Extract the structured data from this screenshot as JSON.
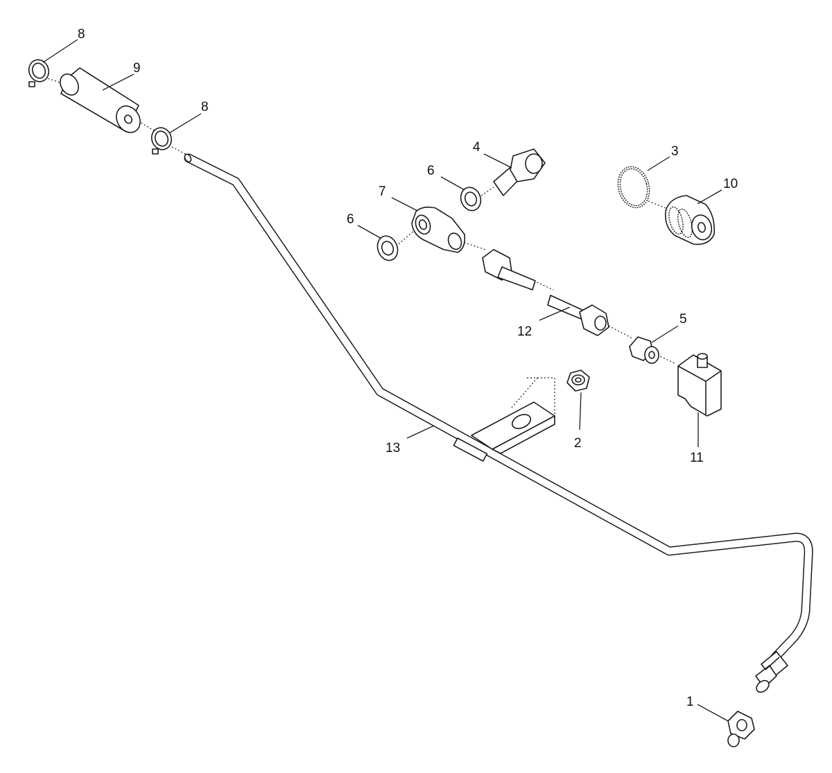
{
  "callouts": {
    "c1": "1",
    "c2": "2",
    "c3": "3",
    "c4": "4",
    "c5": "5",
    "c6a": "6",
    "c6b": "6",
    "c7": "7",
    "c8a": "8",
    "c8b": "8",
    "c9": "9",
    "c10": "10",
    "c11": "11",
    "c12": "12",
    "c13": "13"
  }
}
